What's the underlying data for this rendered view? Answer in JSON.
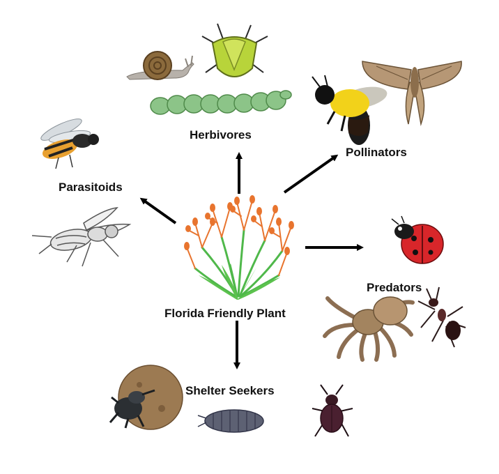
{
  "center": {
    "label": "Florida Friendly Plant"
  },
  "groups": {
    "herbivores": {
      "label": "Herbivores",
      "organisms": [
        "snail-icon",
        "stink-bug-icon",
        "caterpillar-icon"
      ]
    },
    "pollinators": {
      "label": "Pollinators",
      "organisms": [
        "bumblebee-icon",
        "moth-icon"
      ]
    },
    "parasitoids": {
      "label": "Parasitoids",
      "organisms": [
        "parasitoid-wasp-icon",
        "sketched-wasp-icon"
      ]
    },
    "predators": {
      "label": "Predators",
      "organisms": [
        "ladybug-icon",
        "spider-icon",
        "ant-icon"
      ]
    },
    "shelter": {
      "label": "Shelter Seekers",
      "organisms": [
        "dung-beetle-icon",
        "pill-bug-icon",
        "beetle-icon"
      ]
    }
  },
  "colors": {
    "arrow": "#000000",
    "plant_flower": "#e8742e",
    "plant_leaf": "#4fb84a",
    "ladybug": "#d8262a",
    "bee_yellow": "#f2d21a",
    "stink_bug": "#b8d43a",
    "caterpillar": "#8cc488"
  }
}
